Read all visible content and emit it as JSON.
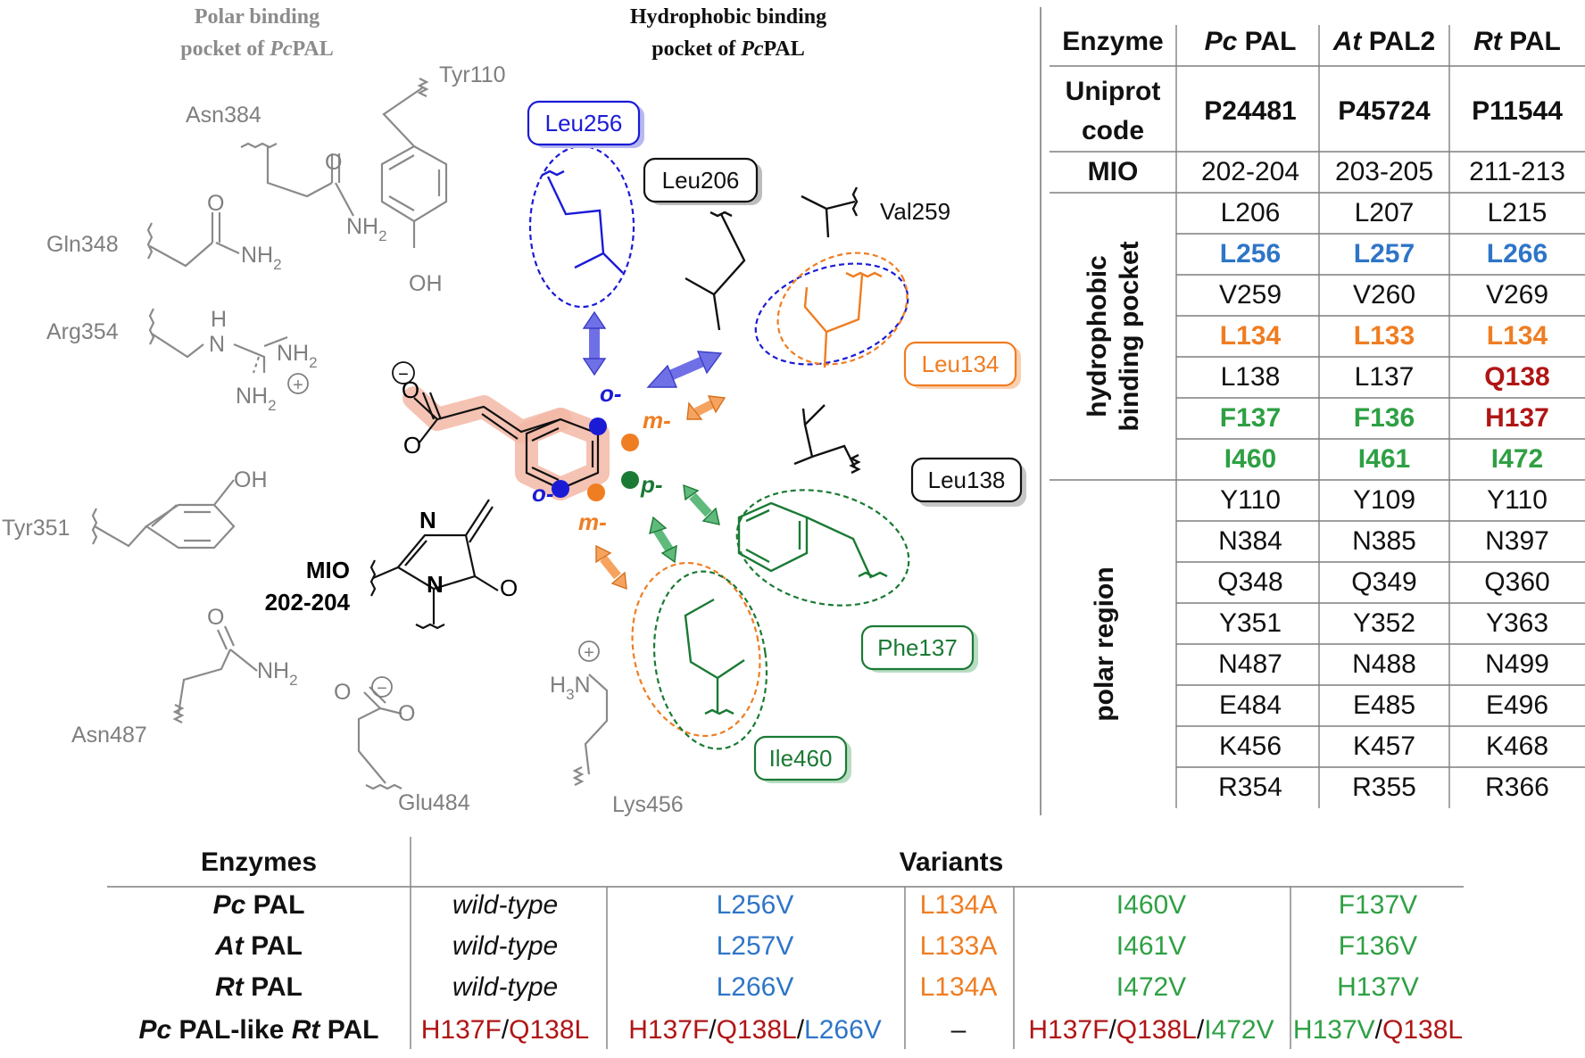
{
  "palette": {
    "gray": "#7f7f7f",
    "black": "#111111",
    "blue": "#1b1bd6",
    "blue_light": "#2e75c7",
    "orange": "#ef7d22",
    "green": "#1a7a34",
    "green_light": "#2ea043",
    "red": "#b01515",
    "highlight": "#f3b8a6"
  },
  "headers": {
    "polar_line1": "Polar binding",
    "polar_line2_prefix": "pocket of ",
    "polar_line2_italic": "Pc",
    "polar_line2_suffix": "PAL",
    "hydro_line1": "Hydrophobic binding",
    "hydro_line2_prefix": "pocket of ",
    "hydro_line2_italic": "Pc",
    "hydro_line2_suffix": "PAL"
  },
  "polar_residues": {
    "tyr110": "Tyr110",
    "asn384": "Asn384",
    "gln348": "Gln348",
    "arg354": "Arg354",
    "tyr351": "Tyr351",
    "asn487": "Asn487",
    "glu484": "Glu484",
    "lys456": "Lys456",
    "o_atom": "O",
    "oh_group": "OH",
    "nh2_group": "NH",
    "sub2": "2",
    "h_atom": "H",
    "n_atom": "N",
    "h3_sub": "3",
    "plus": "+",
    "minus": "−"
  },
  "hydrophobic_residues": {
    "leu256": "Leu256",
    "leu206": "Leu206",
    "val259": "Val259",
    "leu134": "Leu134",
    "leu138": "Leu138",
    "phe137": "Phe137",
    "ile460": "Ile460"
  },
  "substrate_labels": {
    "o_top": "o-",
    "o_bottom": "o-",
    "m_top": "m-",
    "m_bottom": "m-",
    "p": "p-",
    "mio_line1": "MIO",
    "mio_line2": "202-204",
    "mio_n": "N",
    "mio_o": "O"
  },
  "right_table": {
    "col_headers": [
      {
        "prefix": "",
        "italic": "",
        "text": "Enzyme"
      },
      {
        "prefix": "",
        "italic": "Pc",
        "text": " PAL"
      },
      {
        "prefix": "",
        "italic": "At",
        "text": " PAL2"
      },
      {
        "prefix": "",
        "italic": "Rt",
        "text": " PAL"
      }
    ],
    "uniprot_label_line1": "Uniprot",
    "uniprot_label_line2": "code",
    "uniprot": [
      "P24481",
      "P45724",
      "P11544"
    ],
    "mio_label": "MIO",
    "mio": [
      "202-204",
      "203-205",
      "211-213"
    ],
    "group_hydrophobic_line1": "hydrophobic",
    "group_hydrophobic_line2": "binding pocket",
    "group_polar": "polar region",
    "hydrophobic_rows": [
      {
        "cells": [
          "L206",
          "L207",
          "L215"
        ],
        "colors": [
          "black",
          "black",
          "black"
        ],
        "bold": false
      },
      {
        "cells": [
          "L256",
          "L257",
          "L266"
        ],
        "colors": [
          "blue_light",
          "blue_light",
          "blue_light"
        ],
        "bold": true
      },
      {
        "cells": [
          "V259",
          "V260",
          "V269"
        ],
        "colors": [
          "black",
          "black",
          "black"
        ],
        "bold": false
      },
      {
        "cells": [
          "L134",
          "L133",
          "L134"
        ],
        "colors": [
          "orange",
          "orange",
          "orange"
        ],
        "bold": true
      },
      {
        "cells": [
          "L138",
          "L137",
          "Q138"
        ],
        "colors": [
          "black",
          "black",
          "red"
        ],
        "bold": false,
        "bold_cells": [
          false,
          false,
          true
        ]
      },
      {
        "cells": [
          "F137",
          "F136",
          "H137"
        ],
        "colors": [
          "green_light",
          "green_light",
          "red"
        ],
        "bold": true
      },
      {
        "cells": [
          "I460",
          "I461",
          "I472"
        ],
        "colors": [
          "green_light",
          "green_light",
          "green_light"
        ],
        "bold": true
      }
    ],
    "polar_rows": [
      [
        "Y110",
        "Y109",
        "Y110"
      ],
      [
        "N384",
        "N385",
        "N397"
      ],
      [
        "Q348",
        "Q349",
        "Q360"
      ],
      [
        "Y351",
        "Y352",
        "Y363"
      ],
      [
        "N487",
        "N488",
        "N499"
      ],
      [
        "E484",
        "E485",
        "E496"
      ],
      [
        "K456",
        "K457",
        "K468"
      ],
      [
        "R354",
        "R355",
        "R366"
      ]
    ]
  },
  "bottom_table": {
    "header_enzymes": "Enzymes",
    "header_variants": "Variants",
    "rows": [
      {
        "enzyme": [
          {
            "t": "Pc",
            "i": true
          },
          {
            "t": " PAL",
            "i": false
          }
        ],
        "cells": [
          [
            {
              "t": "wild-type",
              "c": "black",
              "i": true
            }
          ],
          [
            {
              "t": "L256V",
              "c": "blue_light"
            }
          ],
          [
            {
              "t": "L134A",
              "c": "orange"
            }
          ],
          [
            {
              "t": "I460V",
              "c": "green_light"
            }
          ],
          [
            {
              "t": "F137V",
              "c": "green_light"
            }
          ]
        ]
      },
      {
        "enzyme": [
          {
            "t": "At",
            "i": true
          },
          {
            "t": " PAL",
            "i": false
          }
        ],
        "cells": [
          [
            {
              "t": "wild-type",
              "c": "black",
              "i": true
            }
          ],
          [
            {
              "t": "L257V",
              "c": "blue_light"
            }
          ],
          [
            {
              "t": "L133A",
              "c": "orange"
            }
          ],
          [
            {
              "t": "I461V",
              "c": "green_light"
            }
          ],
          [
            {
              "t": "F136V",
              "c": "green_light"
            }
          ]
        ]
      },
      {
        "enzyme": [
          {
            "t": "Rt",
            "i": true
          },
          {
            "t": " PAL",
            "i": false
          }
        ],
        "cells": [
          [
            {
              "t": "wild-type",
              "c": "black",
              "i": true
            }
          ],
          [
            {
              "t": "L266V",
              "c": "blue_light"
            }
          ],
          [
            {
              "t": "L134A",
              "c": "orange"
            }
          ],
          [
            {
              "t": "I472V",
              "c": "green_light"
            }
          ],
          [
            {
              "t": "H137V",
              "c": "green_light"
            }
          ]
        ]
      },
      {
        "enzyme": [
          {
            "t": "Pc",
            "i": true
          },
          {
            "t": " PAL-like ",
            "i": false
          },
          {
            "t": "Rt",
            "i": true
          },
          {
            "t": " PAL",
            "i": false
          }
        ],
        "cells": [
          [
            {
              "t": "H137F",
              "c": "red"
            },
            {
              "t": "/",
              "c": "black"
            },
            {
              "t": "Q138L",
              "c": "red"
            }
          ],
          [
            {
              "t": "H137F",
              "c": "red"
            },
            {
              "t": "/",
              "c": "black"
            },
            {
              "t": "Q138L",
              "c": "red"
            },
            {
              "t": "/",
              "c": "black"
            },
            {
              "t": "L266V",
              "c": "blue_light"
            }
          ],
          [
            {
              "t": "–",
              "c": "black"
            }
          ],
          [
            {
              "t": "H137F",
              "c": "red"
            },
            {
              "t": "/",
              "c": "black"
            },
            {
              "t": "Q138L",
              "c": "red"
            },
            {
              "t": "/",
              "c": "black"
            },
            {
              "t": "I472V",
              "c": "green_light"
            }
          ],
          [
            {
              "t": "H137V",
              "c": "green_light"
            },
            {
              "t": "/",
              "c": "black"
            },
            {
              "t": "Q138L",
              "c": "red"
            }
          ]
        ]
      }
    ]
  }
}
